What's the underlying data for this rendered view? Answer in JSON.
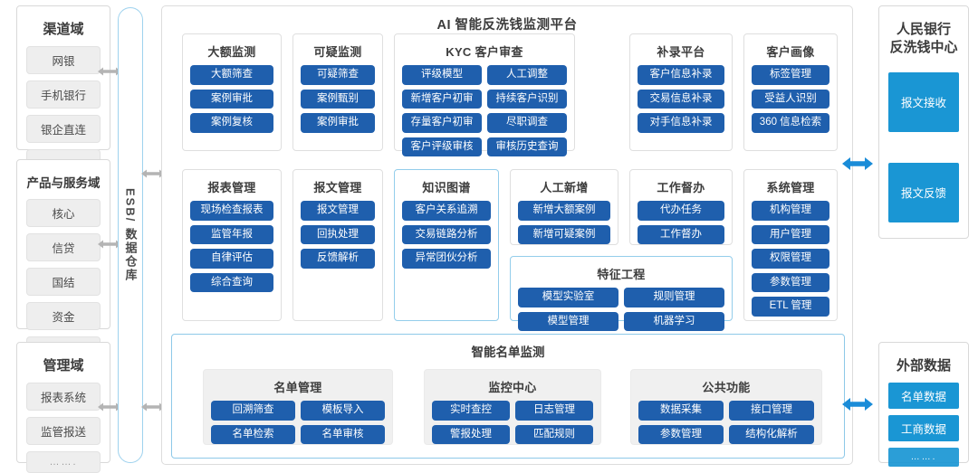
{
  "platform": {
    "title": "AI 智能反洗钱监测平台",
    "row1": [
      {
        "title": "大额监测",
        "items": [
          "大额筛查",
          "案例审批",
          "案例复核"
        ],
        "cols": 1
      },
      {
        "title": "可疑监测",
        "items": [
          "可疑筛查",
          "案例甄别",
          "案例审批"
        ],
        "cols": 1
      },
      {
        "title": "KYC 客户审查",
        "items": [
          "评级模型",
          "人工调整",
          "新增客户初审",
          "持续客户识别",
          "存量客户初审",
          "尽职调查",
          "客户评级审核",
          "审核历史查询"
        ],
        "cols": 2
      },
      {
        "title": "补录平台",
        "items": [
          "客户信息补录",
          "交易信息补录",
          "对手信息补录"
        ],
        "cols": 1
      },
      {
        "title": "客户画像",
        "items": [
          "标签管理",
          "受益人识别",
          "360 信息检索"
        ],
        "cols": 1
      }
    ],
    "row2": [
      {
        "title": "报表管理",
        "items": [
          "现场检查报表",
          "监管年报",
          "自律评估",
          "综合查询"
        ],
        "cols": 1
      },
      {
        "title": "报文管理",
        "items": [
          "报文管理",
          "回执处理",
          "反馈解析"
        ],
        "cols": 1
      },
      {
        "title": "知识图谱",
        "items": [
          "客户关系追溯",
          "交易链路分析",
          "异常团伙分析"
        ],
        "cols": 1
      },
      {
        "title": "人工新增",
        "items": [
          "新增大额案例",
          "新增可疑案例"
        ],
        "cols": 1
      },
      {
        "title": "工作督办",
        "items": [
          "代办任务",
          "工作督办"
        ],
        "cols": 1
      },
      {
        "title": "特征工程",
        "items": [
          "模型实验室",
          "规则管理",
          "模型管理",
          "机器学习"
        ],
        "cols": 2
      },
      {
        "title": "系统管理",
        "items": [
          "机构管理",
          "用户管理",
          "权限管理",
          "参数管理",
          "ETL 管理"
        ],
        "cols": 1
      }
    ],
    "bottom": {
      "title": "智能名单监测",
      "cards": [
        {
          "title": "名单管理",
          "items": [
            "回溯筛查",
            "模板导入",
            "名单检索",
            "名单审核"
          ],
          "cols": 2
        },
        {
          "title": "监控中心",
          "items": [
            "实时查控",
            "日志管理",
            "警报处理",
            "匹配规则"
          ],
          "cols": 2
        },
        {
          "title": "公共功能",
          "items": [
            "数据采集",
            "接口管理",
            "参数管理",
            "结构化解析"
          ],
          "cols": 2
        }
      ]
    }
  },
  "esb": {
    "label": "ESB/ 数据仓库"
  },
  "left_columns": [
    {
      "title": "渠道域",
      "items": [
        "网银",
        "手机银行",
        "银企直连",
        "……"
      ]
    },
    {
      "title": "产品与服务域",
      "items": [
        "核心",
        "信贷",
        "国结",
        "资金",
        "….."
      ]
    },
    {
      "title": "管理域",
      "items": [
        "报表系统",
        "监管报送",
        "……."
      ]
    }
  ],
  "right_columns": [
    {
      "title": "人民银行\n反洗钱中心",
      "items": [
        "报文接收",
        "报文反馈"
      ]
    },
    {
      "title": "外部数据",
      "items": [
        "名单数据",
        "工商数据",
        "……."
      ]
    }
  ],
  "colors": {
    "button_blue": "#1f5fad",
    "cyan": "#1a96d4",
    "arrow_grey": "#a6a6a6",
    "arrow_blue": "#1a8cd8",
    "border_blue": "#93cdeb"
  }
}
